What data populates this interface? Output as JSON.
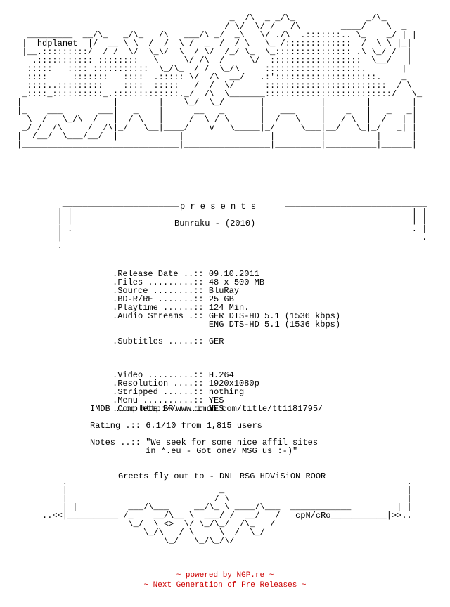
{
  "header_art": "                                            __/\\__          _/\\_     _/\\\n            ______   ____ _/\\_  /  __\\        /    \\   ___/\\___  /  _\\ \\\n   _______/ ______\\ /  __\\\\  /\\/  /  \\_/\\_ _/  /\\_\\   \\___  ___// /  \\_\\\n  |  hdplanet  |   /   / \\ \\/  \\ /  /\\_  \\\\ \\/   /____ _____\\  \\ \\_/  \\_/\\___\n  |___________|  _/   /  _\\   \\_/   \\  \\_/ \\___/  ___/   _   / /  /__/\\ \\___/\n                /______/\\\\______/\\___\\______/\\___/\\______/ /__/ /\\____/",
  "release_name_bar": "",
  "presents": "p r e s e n t s",
  "title": "Bunraku - (2010)",
  "info_lines": [
    ".Release Date ..:: 09.10.2011",
    ".Files .........:: 48 x 500 MB",
    ".Source ........:: BluRay",
    ".BD-R/RE .......:: 25 GB",
    ".Playtime ......:: 124 Min.",
    ".Audio Streams .:: GER DTS-HD 5.1 (1536 kbps)",
    "                   ENG DTS-HD 5.1 (1536 kbps)",
    "",
    ".Subtitles .....:: GER",
    "",
    "",
    ".Video .........:: H.264",
    ".Resolution ....:: 1920x1080p",
    ".Stripped ......:: nothing",
    ".Menu ..........:: YES",
    ".Complete BR....:: YES"
  ],
  "imdb": "IMDB ..:: http://www.imdb.com/title/tt1181795/",
  "rating": "Rating .:: 6.1/10 from 1,815 users",
  "notes_1": "Notes ..:: \"We seek for some nice affil sites",
  "notes_2": "           in *.eu - Got one? MSG us :-)\"",
  "greets": "Greets fly out to - DNL RSG HDViSiON ROOR",
  "signature": "cpN/cRo",
  "footer_1": "~ powered by NGP.re ~",
  "footer_2": "~ Next Generation of Pre Releases ~",
  "colors": {
    "text": "#000000",
    "footer": "#cc0000",
    "background": "#ffffff"
  }
}
